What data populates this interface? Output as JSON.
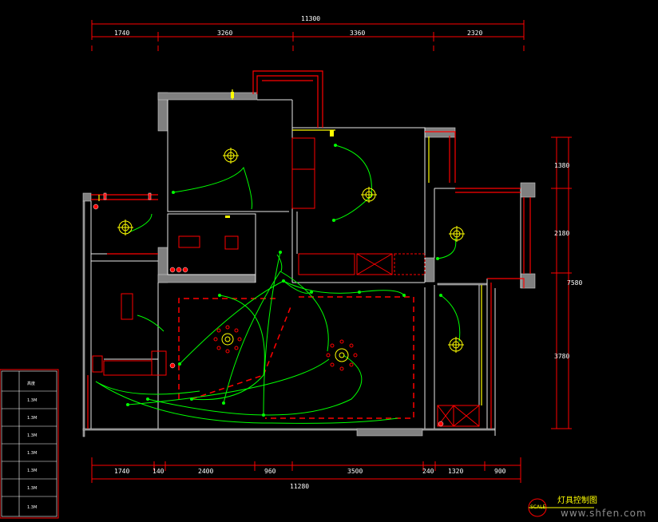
{
  "drawing": {
    "title": "灯具控制图",
    "scale_label": "SCALE",
    "watermark": "www.shfen.com"
  },
  "dimensions": {
    "top_total": "11300",
    "top_segments": [
      "1740",
      "3260",
      "3360",
      "2320"
    ],
    "bottom_total": "11280",
    "bottom_segments": [
      "1740",
      "140",
      "2400",
      "960",
      "3500",
      "240",
      "1320",
      "900"
    ],
    "right_total": "7580",
    "right_segments": [
      "1380",
      "2180",
      "3780"
    ]
  },
  "legend": {
    "header": [
      "",
      "高度"
    ],
    "rows": [
      [
        "",
        ""
      ],
      [
        "",
        "1.3M"
      ],
      [
        "",
        "1.3M"
      ],
      [
        "",
        "1.3M"
      ],
      [
        "",
        "1.3M"
      ],
      [
        "",
        "1.3M"
      ],
      [
        "",
        "1.3M"
      ],
      [
        "",
        "1.3M"
      ]
    ]
  },
  "colors": {
    "background": "#000000",
    "wall": "#808080",
    "dimension": "#ff0000",
    "wiring": "#00ff00",
    "fixture": "#ffff00",
    "text": "#ffffff"
  }
}
